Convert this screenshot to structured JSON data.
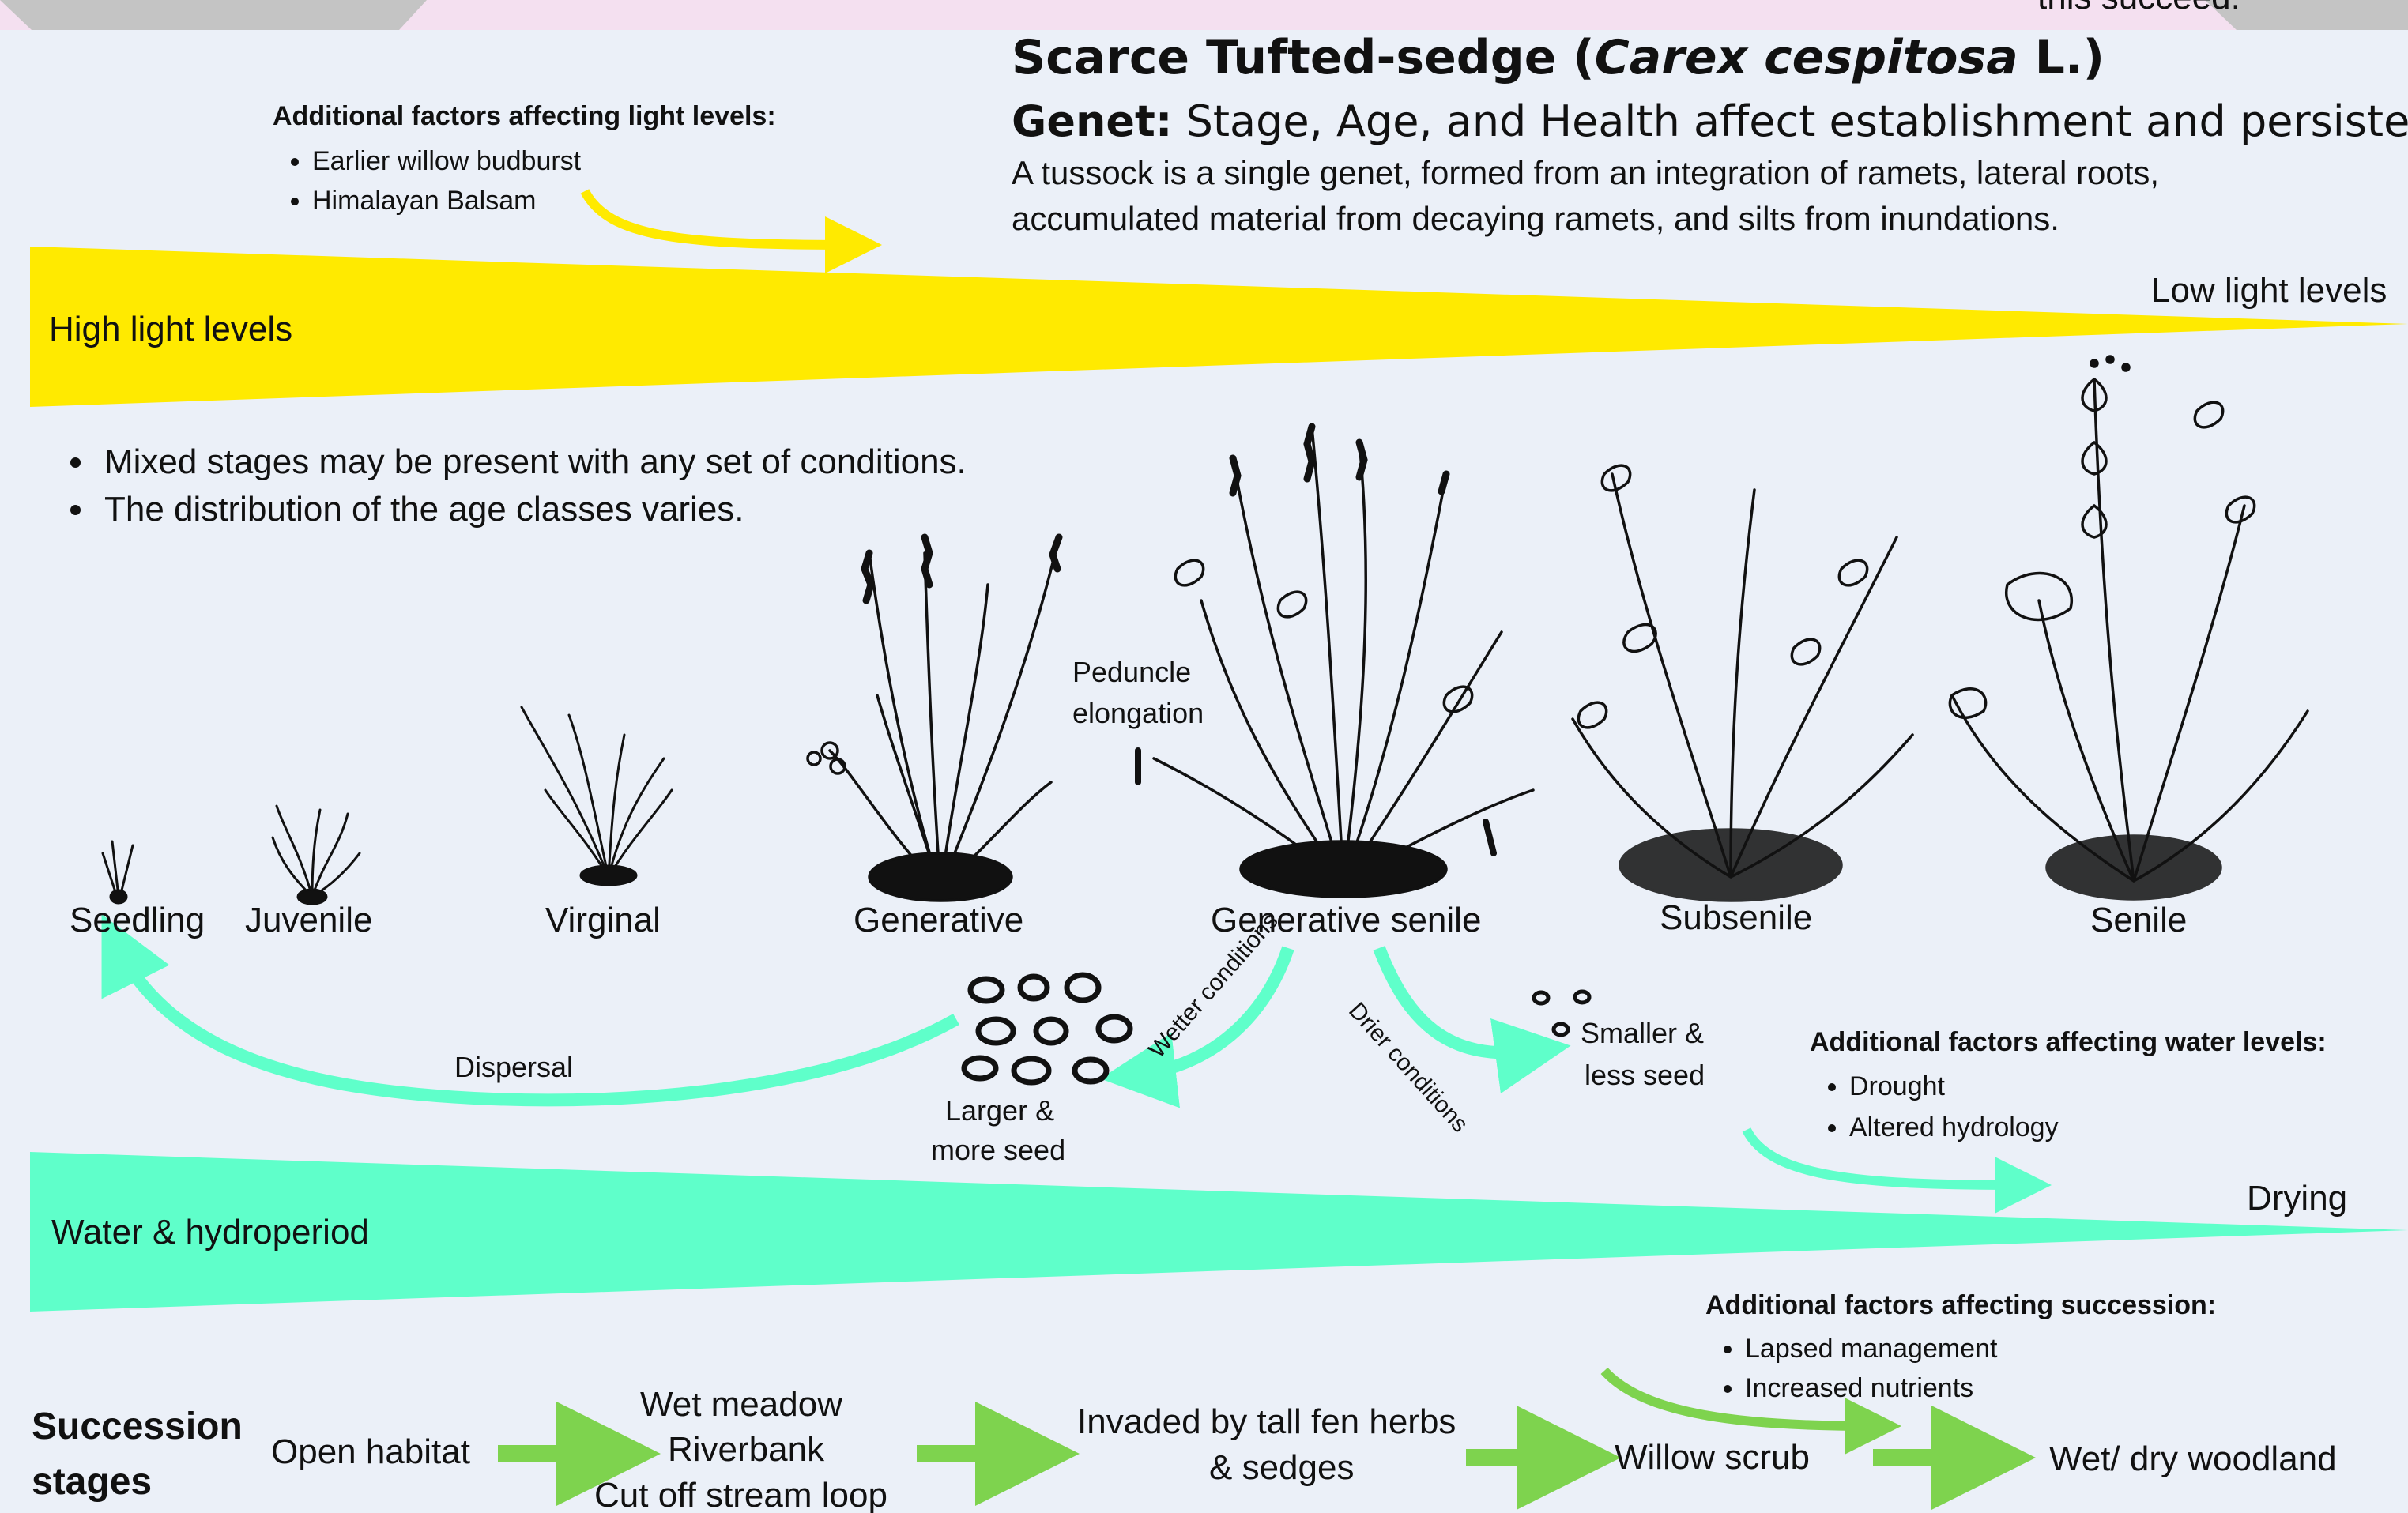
{
  "title": {
    "main": "Scarce Tufted-sedge (",
    "latin": "Carex cespitosa",
    "suffix": " L.)"
  },
  "genet": {
    "bold": "Genet:",
    "text": " Stage, Age, and Health affect establishment and persistence."
  },
  "description": [
    "A tussock is a single genet, formed from an integration of ramets, lateral roots,",
    "accumulated material from decaying ramets, and silts from inundations."
  ],
  "top_right_fragment": "this succeed.",
  "light_factors": {
    "heading": "Additional factors affecting light levels:",
    "items": [
      "Earlier willow budburst",
      "Himalayan Balsam"
    ]
  },
  "light_gradient": {
    "high": "High light levels",
    "low": "Low light levels",
    "color": "#ffea00"
  },
  "notes": [
    "Mixed stages may be present with any set of conditions.",
    "The distribution of the age classes varies."
  ],
  "stages": [
    "Seedling",
    "Juvenile",
    "Virginal",
    "Generative",
    "Generative senile",
    "Subsenile",
    "Senile"
  ],
  "peduncle": [
    "Peduncle",
    "elongation"
  ],
  "seed_labels": {
    "larger": [
      "Larger &",
      "more seed"
    ],
    "smaller": [
      "Smaller &",
      "less seed"
    ]
  },
  "conditions": {
    "wetter": "Wetter conditions",
    "drier": "Drier conditions"
  },
  "dispersal": "Dispersal",
  "water_factors": {
    "heading": "Additional factors affecting water levels:",
    "items": [
      "Drought",
      "Altered hydrology"
    ]
  },
  "water_gradient": {
    "left": "Water & hydroperiod",
    "right": "Drying",
    "color": "#5fffca"
  },
  "succession_factors": {
    "heading": "Additional factors affecting succession:",
    "items": [
      "Lapsed management",
      "Increased nutrients"
    ]
  },
  "succession": {
    "title": [
      "Succession",
      "stages"
    ],
    "steps": [
      "Open habitat",
      "Wet meadow",
      "Riverbank",
      "Cut off stream loop",
      "Invaded by tall fen herbs",
      "& sedges",
      "Willow scrub",
      "Wet/ dry  woodland"
    ],
    "arrow_color": "#7ed34e"
  },
  "colors": {
    "background": "#ebf0f8",
    "pink_band": "#f4e0f0",
    "grey_tab": "#c4c4c4",
    "arrow_yellow": "#ffea00",
    "arrow_aqua": "#5fffca"
  }
}
